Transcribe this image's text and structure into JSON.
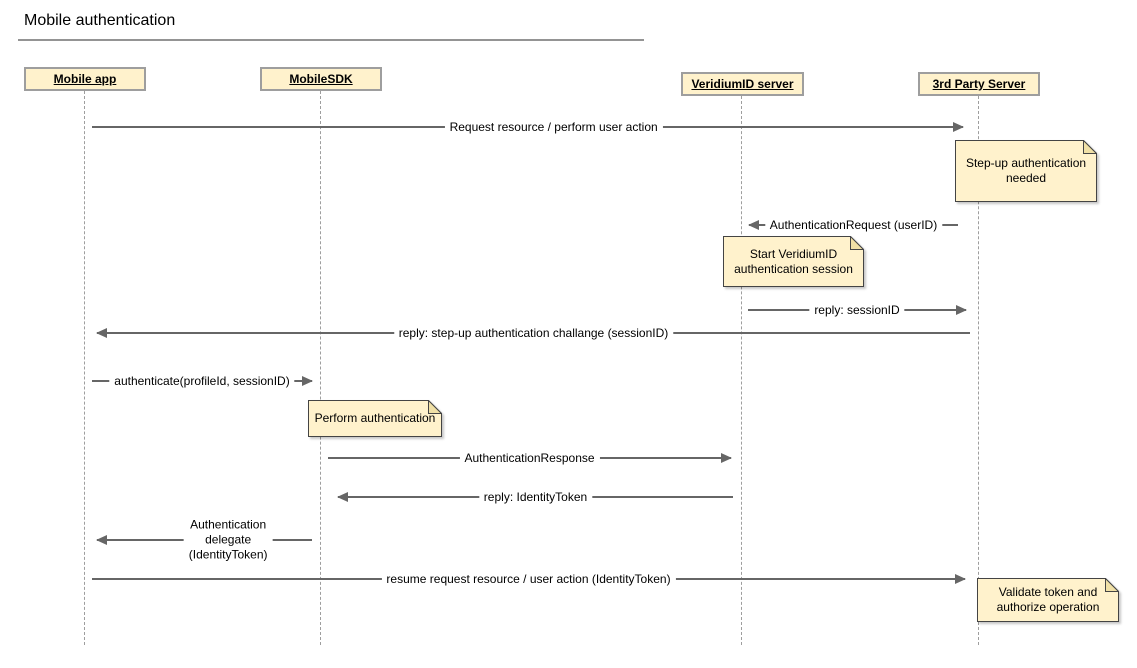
{
  "diagram": {
    "title": "Mobile authentication",
    "type": "sequence-diagram"
  },
  "actors": [
    {
      "id": "mobile-app",
      "label": "Mobile app"
    },
    {
      "id": "mobile-sdk",
      "label": "MobileSDK"
    },
    {
      "id": "veridiumid-server",
      "label": "VeridiumID server"
    },
    {
      "id": "third-party-server",
      "label": "3rd Party Server"
    }
  ],
  "messages": [
    {
      "label": "Request resource / perform user action",
      "from": "Mobile app",
      "to": "3rd Party Server",
      "direction": "right"
    },
    {
      "label": "AuthenticationRequest (userID)",
      "from": "3rd Party Server",
      "to": "VeridiumID server",
      "direction": "left"
    },
    {
      "label": "reply: sessionID",
      "from": "VeridiumID server",
      "to": "3rd Party Server",
      "direction": "right"
    },
    {
      "label": "reply: step-up authentication challange (sessionID)",
      "from": "3rd Party Server",
      "to": "Mobile app",
      "direction": "left"
    },
    {
      "label": "authenticate(profileId, sessionID)",
      "from": "Mobile app",
      "to": "MobileSDK",
      "direction": "right"
    },
    {
      "label": "AuthenticationResponse",
      "from": "MobileSDK",
      "to": "VeridiumID server",
      "direction": "right"
    },
    {
      "label": "reply: IdentityToken",
      "from": "VeridiumID server",
      "to": "MobileSDK",
      "direction": "left"
    },
    {
      "label": "Authentication delegate\n(IdentityToken)",
      "from": "MobileSDK",
      "to": "Mobile app",
      "direction": "left"
    },
    {
      "label": "resume request resource / user action (IdentityToken)",
      "from": "Mobile app",
      "to": "3rd Party Server",
      "direction": "right"
    }
  ],
  "notes": [
    {
      "text": "Step-up authentication needed",
      "attached_to": "3rd Party Server"
    },
    {
      "text": "Start VeridiumID authentication session",
      "attached_to": "VeridiumID server"
    },
    {
      "text": "Perform authentication",
      "attached_to": "MobileSDK"
    },
    {
      "text": "Validate token and authorize operation",
      "attached_to": "3rd Party Server"
    }
  ],
  "colors": {
    "background": "#FFFFFF",
    "note_fill": "#FFF2CC",
    "note_fold": "#F0E0A6",
    "note_border": "#444444",
    "actor_fill": "#FFF2CC",
    "actor_border": "#9E9E9E",
    "arrow": "#666666",
    "lifeline": "#9E9E9E",
    "text": "#000000"
  }
}
